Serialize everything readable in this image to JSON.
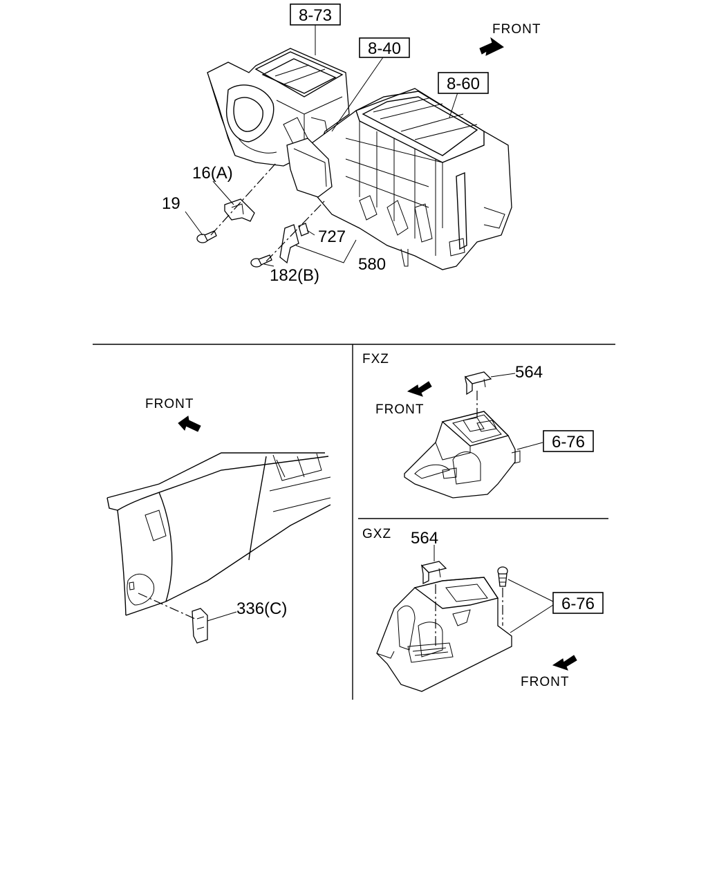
{
  "top": {
    "ref_boxes": [
      "8-73",
      "8-40",
      "8-60"
    ],
    "front_label": "FRONT",
    "parts": [
      "16(A)",
      "19",
      "727",
      "580",
      "182(B)"
    ]
  },
  "left_panel": {
    "front_label": "FRONT",
    "parts": [
      "336(C)"
    ]
  },
  "fxz_panel": {
    "variant": "FXZ",
    "front_label": "FRONT",
    "part": "564",
    "ref_box": "6-76"
  },
  "gxz_panel": {
    "variant": "GXZ",
    "front_label": "FRONT",
    "part": "564",
    "ref_box": "6-76"
  }
}
